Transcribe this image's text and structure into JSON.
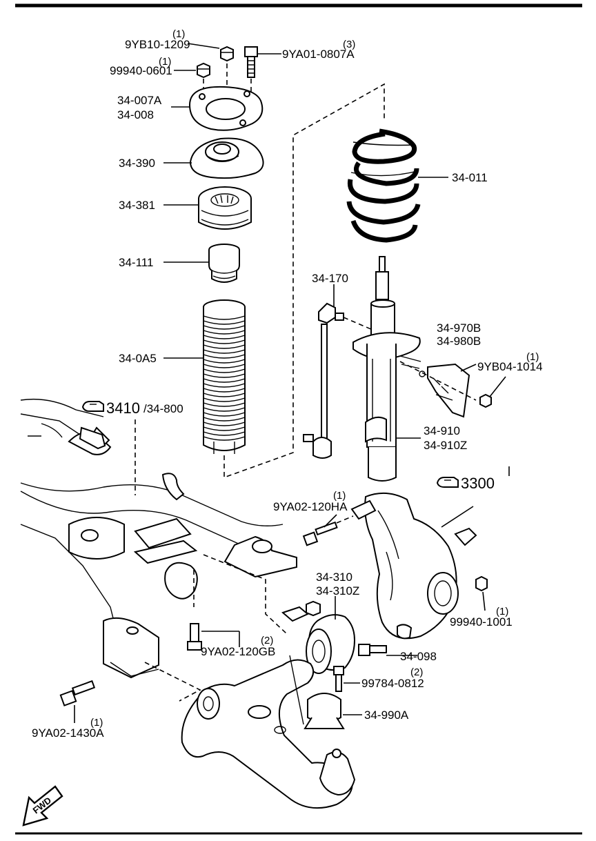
{
  "labels": {
    "p_9YB10_1209": "9YB10-1209",
    "p_9YB10_1209_qty": "(1)",
    "p_99940_0601": "99940-0601",
    "p_99940_0601_qty": "(1)",
    "p_9YA01_0807A": "9YA01-0807A",
    "p_9YA01_0807A_qty": "(3)",
    "p_34_007A": "34-007A",
    "p_34_008": "34-008",
    "p_34_390": "34-390",
    "p_34_381": "34-381",
    "p_34_111": "34-111",
    "p_34_0A5": "34-0A5",
    "p_34_011": "34-011",
    "p_34_170": "34-170",
    "p_34_970B": "34-970B",
    "p_34_980B": "34-980B",
    "p_9YB04_1014": "9YB04-1014",
    "p_9YB04_1014_qty": "(1)",
    "p_34_910": "34-910",
    "p_34_910Z": "34-910Z",
    "ref_3410": "3410",
    "ref_34_800": "/34-800",
    "ref_3300": "3300",
    "p_9YA02_120HA": "9YA02-120HA",
    "p_9YA02_120HA_qty": "(1)",
    "p_34_310": "34-310",
    "p_34_310Z": "34-310Z",
    "p_99940_1001": "99940-1001",
    "p_99940_1001_qty": "(1)",
    "p_9YA02_120GB": "9YA02-120GB",
    "p_9YA02_120GB_qty": "(2)",
    "p_34_098": "34-098",
    "p_99784_0812": "99784-0812",
    "p_99784_0812_qty": "(2)",
    "p_34_990A": "34-990A",
    "p_9YA02_1430A": "9YA02-1430A",
    "p_9YA02_1430A_qty": "(1)",
    "fwd": "FWD"
  },
  "icons": {
    "reference": "pointing-hand-icon",
    "direction": "fwd-arrow-icon"
  },
  "colors": {
    "ink": "#000000",
    "paper": "#ffffff"
  }
}
